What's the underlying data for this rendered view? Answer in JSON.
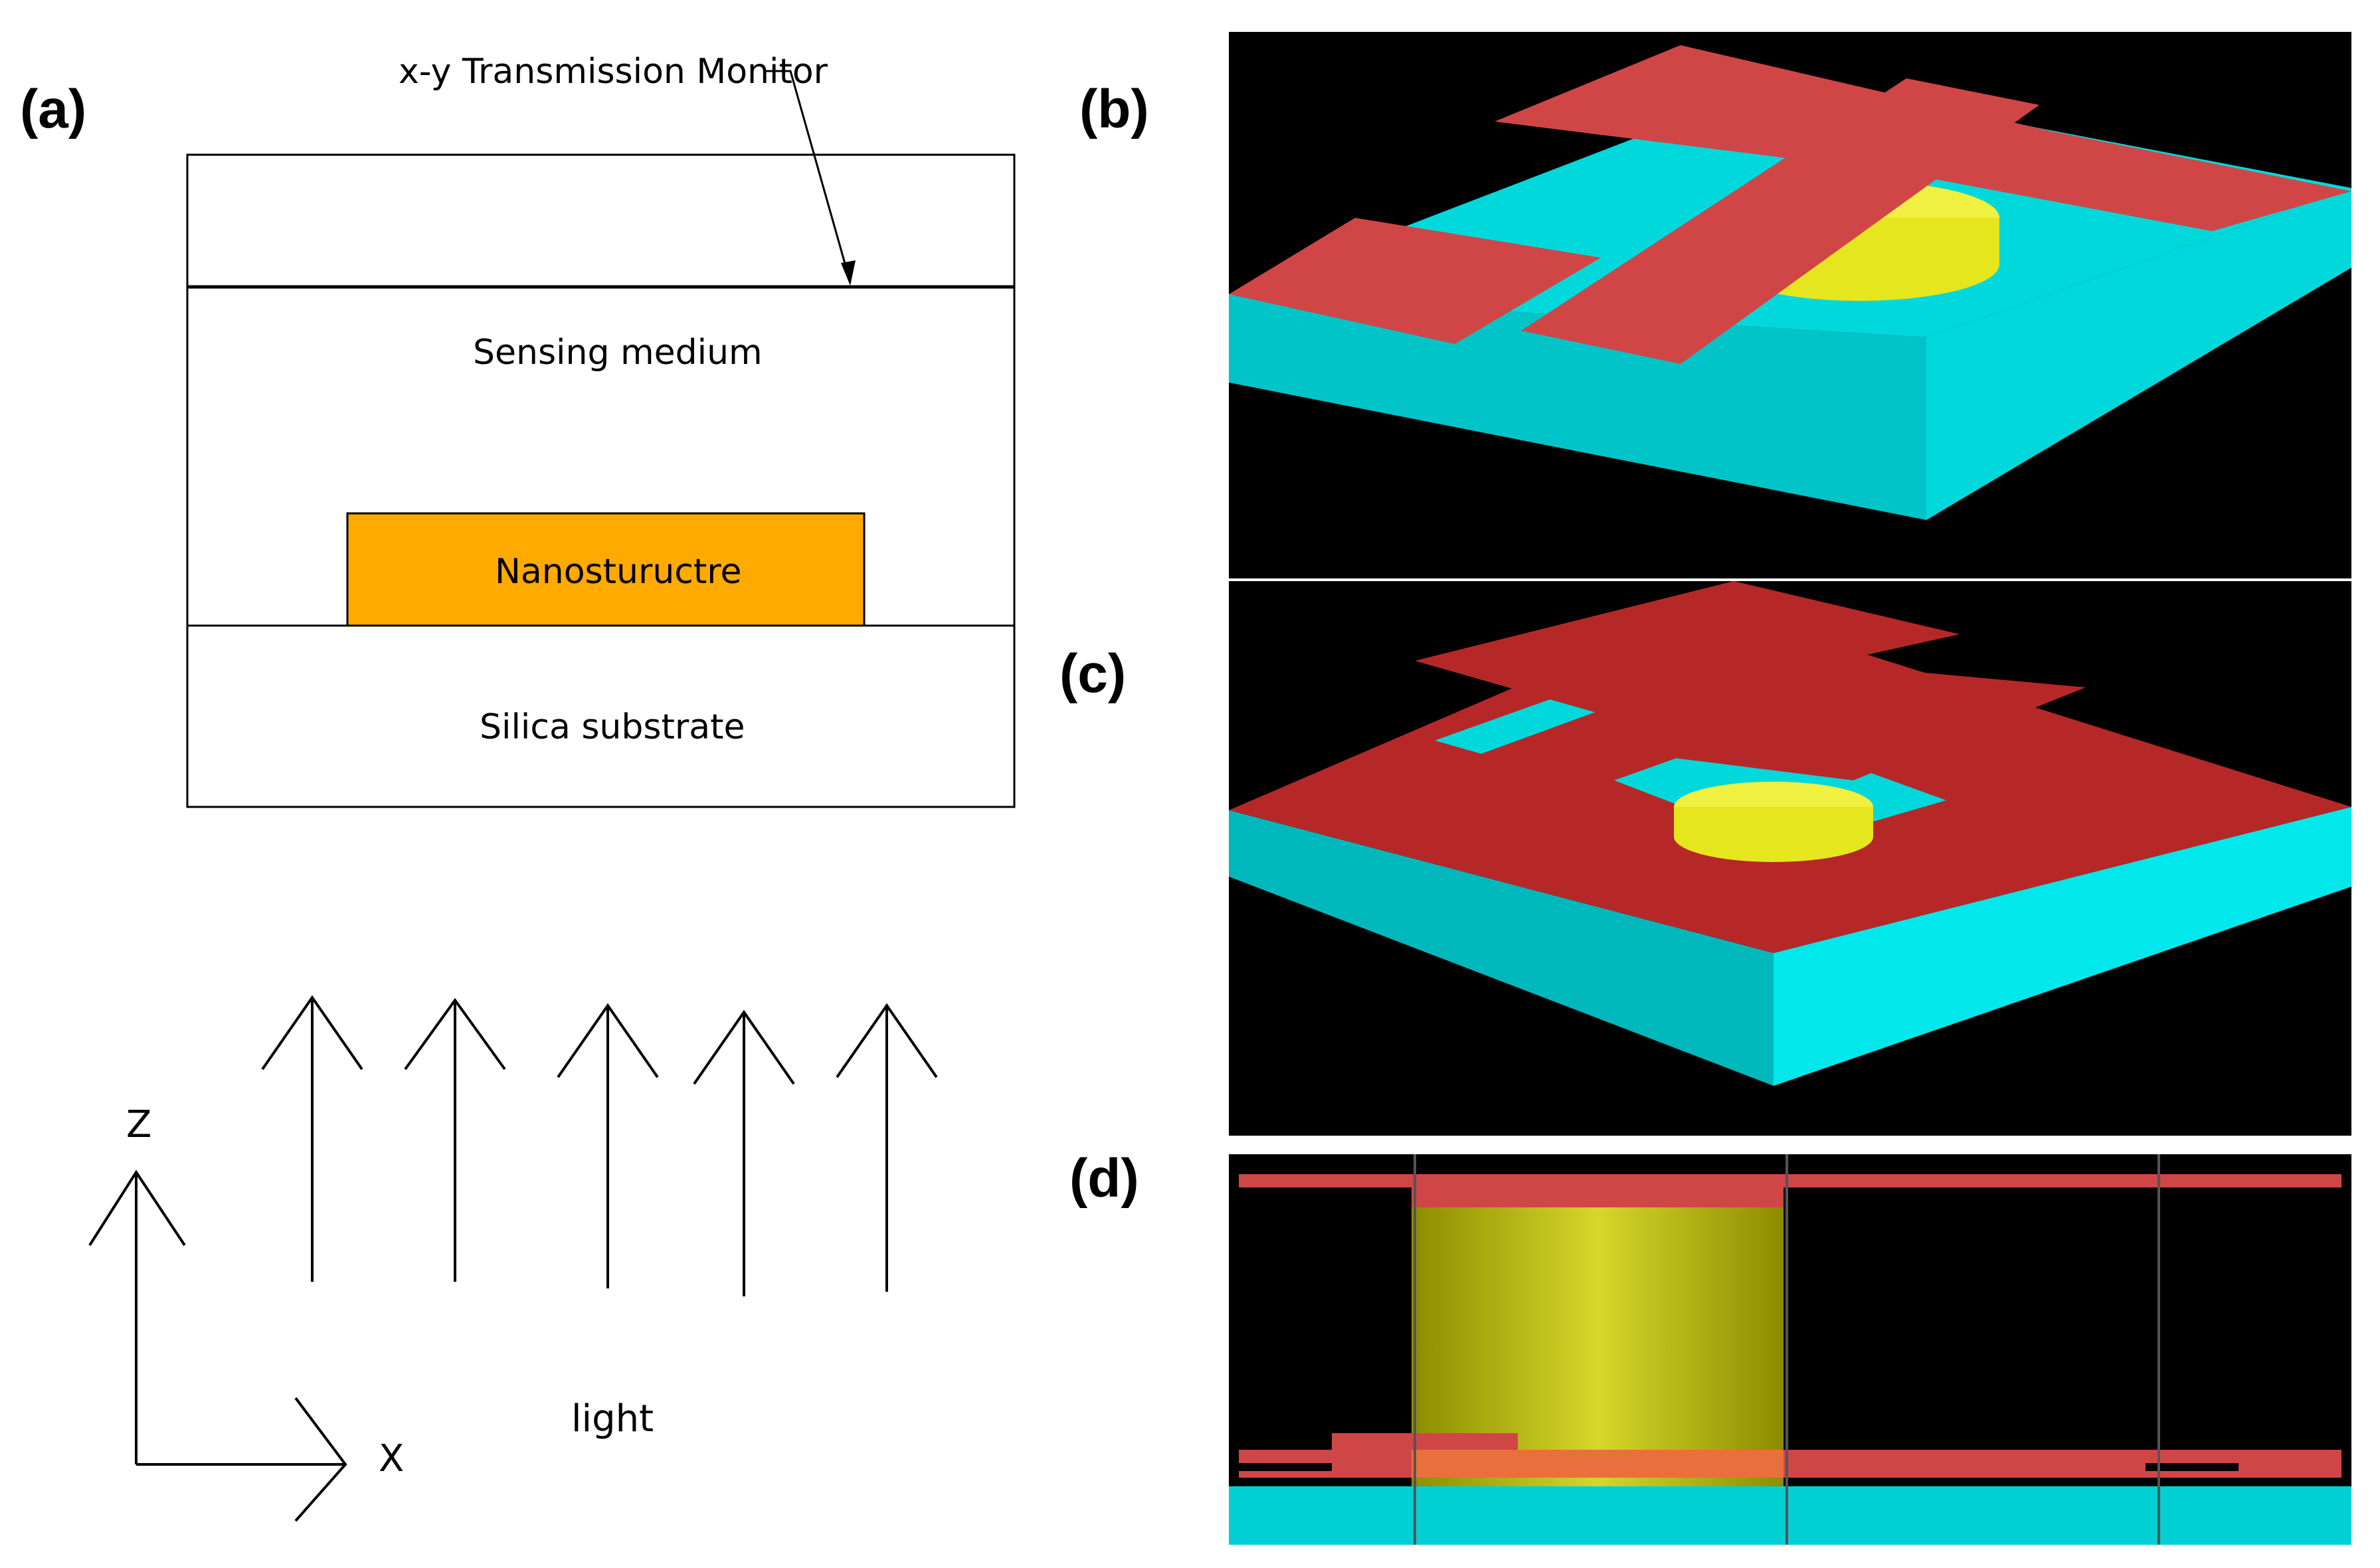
{
  "panels": {
    "a": {
      "label": "(a)",
      "monitor_label": "x-y Transmission Monitor",
      "sensing_medium": "Sensing medium",
      "nanostructure": "Nanostuructre",
      "substrate": "Silica substrate",
      "light_label": "light",
      "axis_z": "Z",
      "axis_x": "X",
      "colors": {
        "nanostructure": "#FFAA00",
        "outline": "#000000"
      }
    },
    "b": {
      "label": "(b)"
    },
    "c": {
      "label": "(c)"
    },
    "d": {
      "label": "(d)"
    }
  },
  "colors": {
    "background_render": "#000000",
    "substrate": "#00D8DC",
    "electrode": "#D04646",
    "electrode_dark": "#B62828",
    "nanodisk": "#F0F040"
  }
}
